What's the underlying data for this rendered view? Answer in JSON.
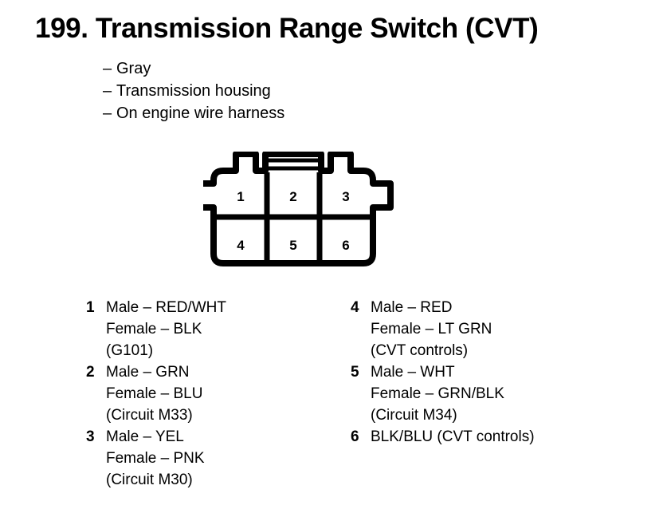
{
  "title": "199. Transmission Range Switch (CVT)",
  "subtitle_items": [
    {
      "dash": "–",
      "text": "Gray"
    },
    {
      "dash": "–",
      "text": "Transmission housing"
    },
    {
      "dash": "–",
      "text": "On engine wire harness"
    }
  ],
  "connector": {
    "name": "transmission-range-switch-connector",
    "rows": 2,
    "columns": 3,
    "pin_count": 6,
    "pin_labels": [
      "1",
      "2",
      "3",
      "4",
      "5",
      "6"
    ],
    "top_tabs": 3,
    "latch_slots": 2,
    "side_tabs": 2,
    "line_color": "#000000",
    "fill_color": "#ffffff"
  },
  "legend": {
    "left_column": [
      {
        "pin": "1",
        "lines": [
          "Male – RED/WHT",
          "Female – BLK",
          "(G101)"
        ]
      },
      {
        "pin": "2",
        "lines": [
          "Male – GRN",
          "Female – BLU",
          "(Circuit M33)"
        ]
      },
      {
        "pin": "3",
        "lines": [
          "Male – YEL",
          "Female – PNK",
          "(Circuit M30)"
        ]
      }
    ],
    "right_column": [
      {
        "pin": "4",
        "lines": [
          "Male – RED",
          "Female – LT GRN",
          "(CVT controls)"
        ]
      },
      {
        "pin": "5",
        "lines": [
          "Male – WHT",
          "Female – GRN/BLK",
          "(Circuit M34)"
        ]
      },
      {
        "pin": "6",
        "lines": [
          "BLK/BLU (CVT controls)"
        ]
      }
    ]
  }
}
